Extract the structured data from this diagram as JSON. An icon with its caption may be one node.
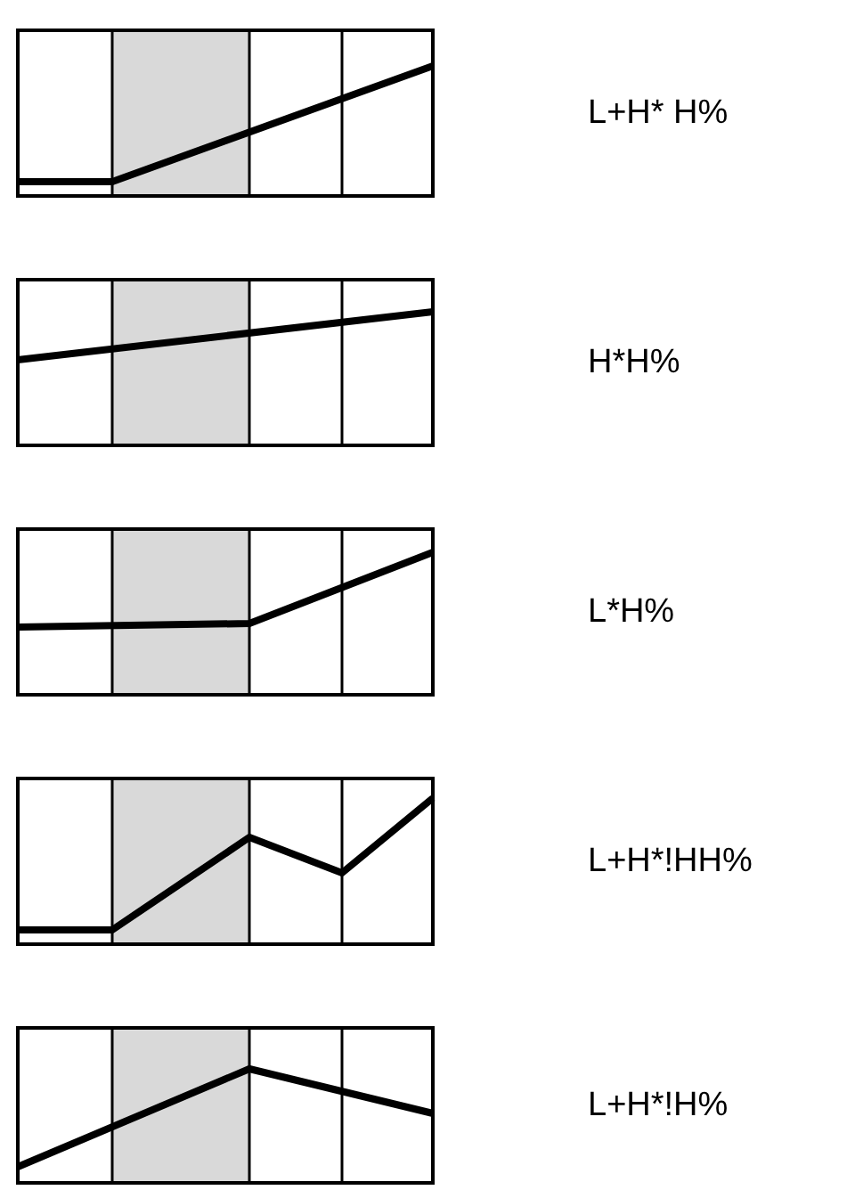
{
  "diagram": {
    "labels": [
      "L+H* H%",
      "H*H%",
      "L*H%",
      "L+H*!HH%",
      "L+H*!H%"
    ]
  }
}
